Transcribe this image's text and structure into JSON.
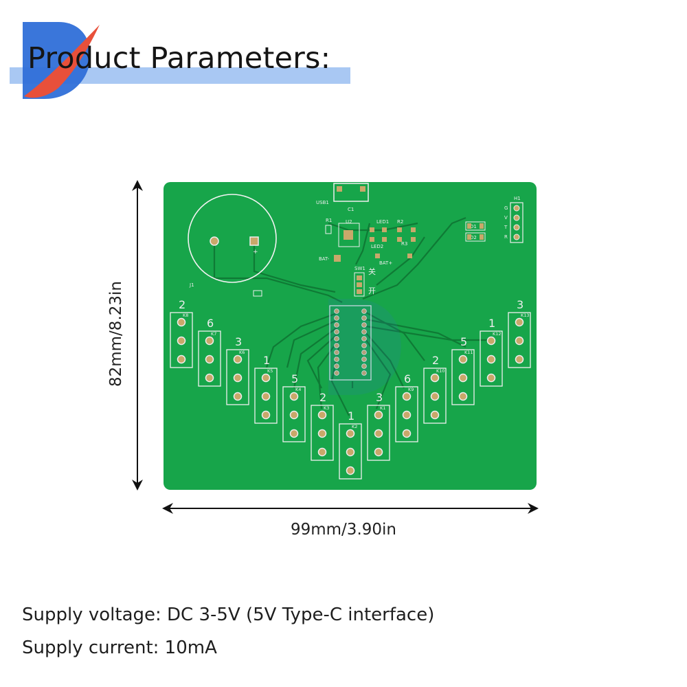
{
  "header": {
    "title": "Product Parameters:",
    "bar_color": "#a9c8f3",
    "logo_icon": "brand-d-logo"
  },
  "pcb": {
    "board_color": "#16a34a",
    "silkscreen": {
      "usb": "USB1",
      "c1": "C1",
      "u2": "U2",
      "r1": "R1",
      "led1": "LED1",
      "led2": "LED2",
      "r2": "R2",
      "r3": "R3",
      "bat_minus": "BAT-",
      "bat_plus": "BAT+",
      "sw1": "SW1",
      "off": "关",
      "on": "开",
      "j1": "J1",
      "h1": "H1",
      "h1_pins": [
        "G",
        "V",
        "T",
        "R"
      ],
      "d1": "D1",
      "d2": "D2"
    },
    "keys": [
      {
        "id": "K8",
        "note": "2"
      },
      {
        "id": "K7",
        "note": "6"
      },
      {
        "id": "K6",
        "note": "3"
      },
      {
        "id": "K5",
        "note": "1"
      },
      {
        "id": "K4",
        "note": "5"
      },
      {
        "id": "K3",
        "note": "2"
      },
      {
        "id": "K2",
        "note": "1"
      },
      {
        "id": "K1",
        "note": "3"
      },
      {
        "id": "K9",
        "note": "6"
      },
      {
        "id": "K10",
        "note": "2"
      },
      {
        "id": "K11",
        "note": "5"
      },
      {
        "id": "K12",
        "note": "1"
      },
      {
        "id": "K13",
        "note": "3"
      }
    ]
  },
  "dimensions": {
    "height": "82mm/8.23in",
    "width": "99mm/3.90in"
  },
  "specs": {
    "voltage": "Supply voltage: DC 3-5V (5V Type-C interface)",
    "current": "Supply current: 10mA"
  }
}
